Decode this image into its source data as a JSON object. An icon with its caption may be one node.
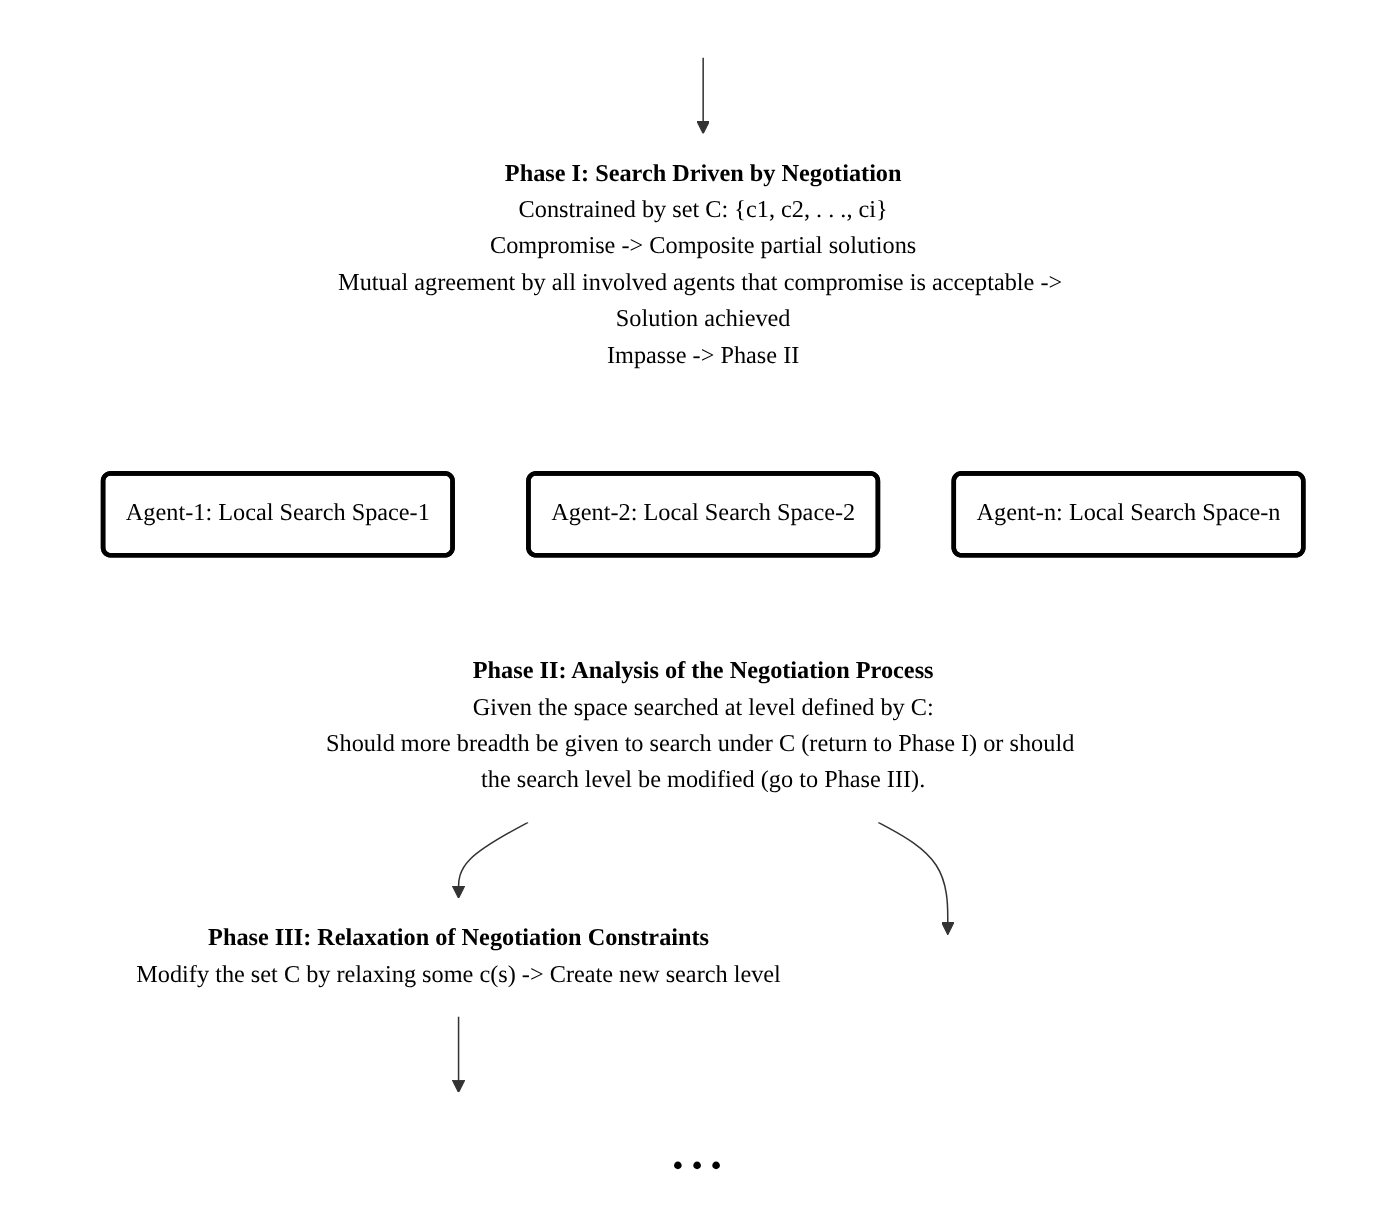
{
  "diagram": {
    "nodes": [
      {
        "text": [
          "Phase I: Search Driven by Negotiation",
          "Constrained by set C: {c1, c2, . . ., ci}",
          "Compromise -> Composite partial solutions",
          "Mutual agreement by all involved agents that compromise is acceptable -> Solution achieved",
          "Impasse -> Phase II"
        ]
      },
      {
        "text": [
          "Agent-1: Local Search Space-1"
        ]
      },
      {
        "text": [
          "Agent-2: Local Search Space-2"
        ]
      },
      {
        "text": [
          "Agent-n: Local Search Space-n"
        ]
      },
      {
        "text": [
          "Phase II: Analysis of the Negotiation Process",
          "Given the space searched at level defined by C:",
          "Should more breadth be given to search under C (return to Phase I) or should the search level be modified (go to Phase III)."
        ]
      },
      {
        "text": [
          "Phase III: Relaxation of Negotiation Constraints",
          "Modify the set C by relaxing some c(s) -> Create new search level"
        ]
      }
    ],
    "edges": [
      {
        "from": null,
        "to": 0,
        "arrow": "to"
      },
      {
        "from": 4,
        "to": null,
        "arrow": "to"
      },
      {
        "from": 4,
        "to": 5,
        "arrow": "to"
      },
      {
        "from": 5,
        "to": null,
        "arrow": "to"
      }
    ],
    "labels": [
      "• • •"
    ]
  }
}
